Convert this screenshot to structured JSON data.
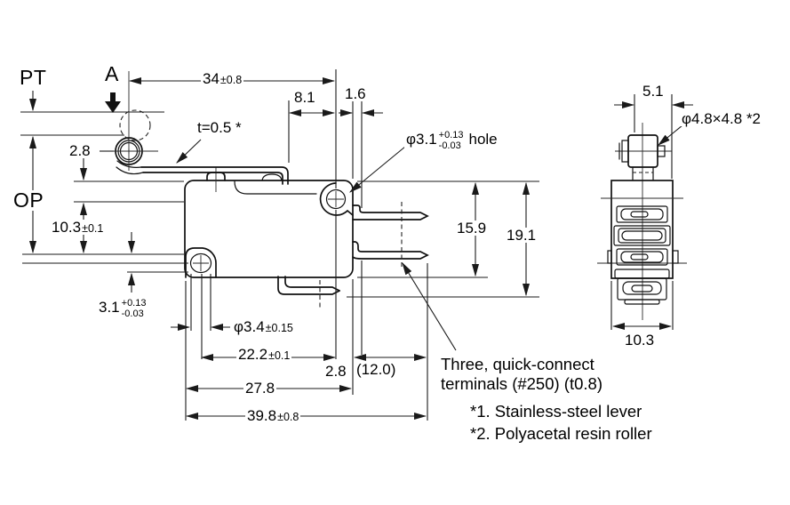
{
  "labels": {
    "pt": "PT",
    "op": "OP",
    "a_marker": "A",
    "lever_thickness": "t=0.5 *",
    "hole": {
      "dia": "φ3.1",
      "tol_plus": "+0.13",
      "tol_minus": "-0.03",
      "suffix": "hole"
    },
    "roller_size": "φ4.8×4.8 *2"
  },
  "dims": {
    "span34": {
      "v": "34",
      "tol": "±0.8"
    },
    "d81": "8.1",
    "d16": "1.6",
    "d28_top": "2.8",
    "d103v": {
      "v": "10.3",
      "tol": "±0.1"
    },
    "d31v": {
      "v": "3.1",
      "tol_plus": "+0.13",
      "tol_minus": "-0.03"
    },
    "d34h": {
      "v": "φ3.4",
      "tol": "±0.15"
    },
    "d222": {
      "v": "22.2",
      "tol": "±0.1"
    },
    "d28_bot": "2.8",
    "d120": "(12.0)",
    "d278": "27.8",
    "d398": {
      "v": "39.8",
      "tol": "±0.8"
    },
    "d159": "15.9",
    "d191": "19.1",
    "d51": "5.1",
    "d103side": "10.3"
  },
  "notes": {
    "terminals_line1": "Three, quick-connect",
    "terminals_line2": "terminals (#250) (t0.8)",
    "footnote1": "*1. Stainless-steel lever",
    "footnote2": "*2. Polyacetal resin roller"
  }
}
